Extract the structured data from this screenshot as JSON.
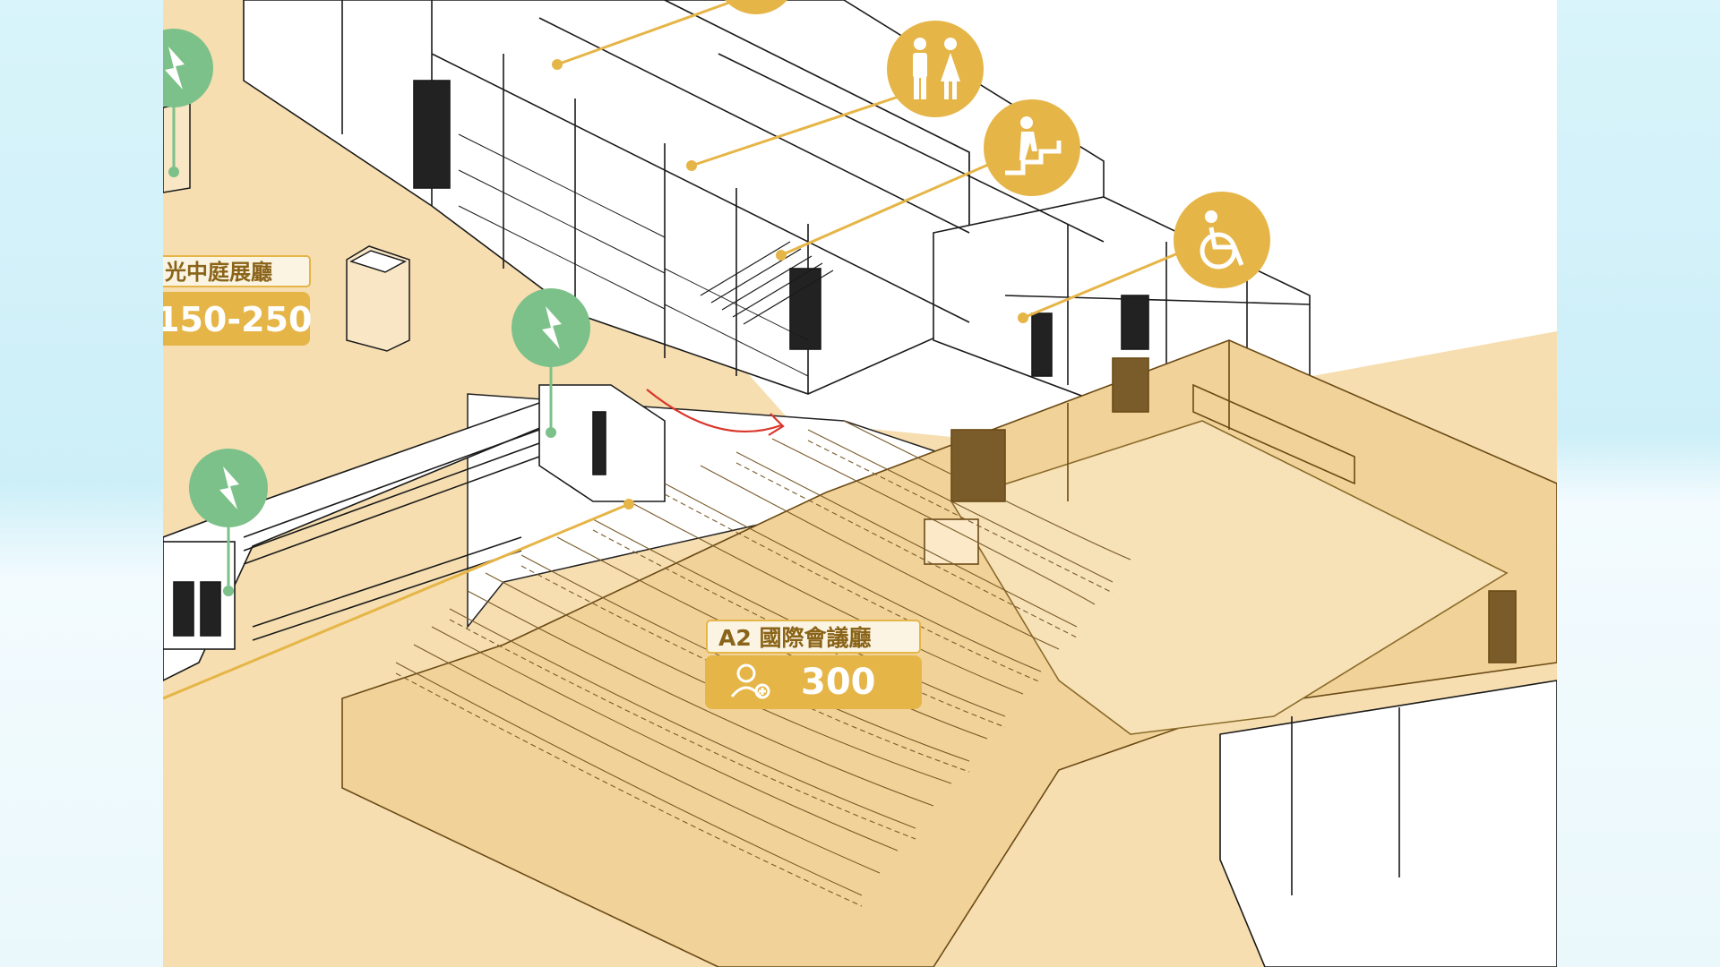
{
  "labels": {
    "a2_name": "A2 國際會議廳",
    "a2_capacity": "300",
    "atrium_name": "光中庭展廳",
    "atrium_capacity": "150-250"
  },
  "icons": {
    "restroom": "restroom-icon",
    "stairs": "stairs-icon",
    "accessible": "wheelchair-icon",
    "power": "power-outlet-icon",
    "capacity": "person-capacity-icon"
  },
  "colors": {
    "gold": "#e6b547",
    "power_green": "#7cc08a",
    "floor_tan": "#f6deb0",
    "arrow_red": "#d9362b"
  }
}
